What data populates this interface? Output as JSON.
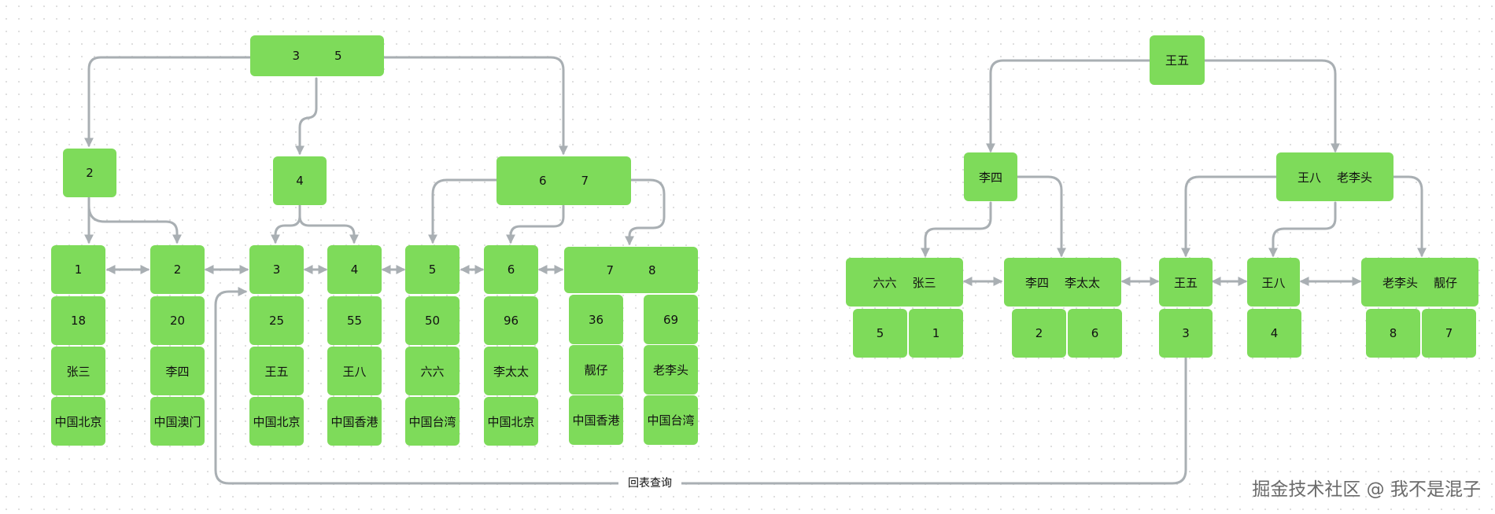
{
  "clustered_index": {
    "root": [
      "3",
      "5"
    ],
    "internal": {
      "left": [
        "2"
      ],
      "middle": [
        "4"
      ],
      "right": [
        "6",
        "7"
      ]
    },
    "leaves": [
      {
        "keys": [
          "1"
        ],
        "rows": [
          [
            "18",
            "张三",
            "中国北京"
          ]
        ]
      },
      {
        "keys": [
          "2"
        ],
        "rows": [
          [
            "20",
            "李四",
            "中国澳门"
          ]
        ]
      },
      {
        "keys": [
          "3"
        ],
        "rows": [
          [
            "25",
            "王五",
            "中国北京"
          ]
        ]
      },
      {
        "keys": [
          "4"
        ],
        "rows": [
          [
            "55",
            "王八",
            "中国香港"
          ]
        ]
      },
      {
        "keys": [
          "5"
        ],
        "rows": [
          [
            "50",
            "六六",
            "中国台湾"
          ]
        ]
      },
      {
        "keys": [
          "6"
        ],
        "rows": [
          [
            "96",
            "李太太",
            "中国北京"
          ]
        ]
      },
      {
        "keys": [
          "7",
          "8"
        ],
        "rows": [
          [
            "36",
            "靓仔",
            "中国香港"
          ],
          [
            "69",
            "老李头",
            "中国台湾"
          ]
        ]
      }
    ]
  },
  "secondary_index": {
    "root": [
      "王五"
    ],
    "internal": {
      "left": [
        "李四"
      ],
      "right": [
        "王八",
        "老李头"
      ]
    },
    "leaves": [
      {
        "keys": [
          "六六",
          "张三"
        ],
        "ids": [
          "5",
          "1"
        ]
      },
      {
        "keys": [
          "李四",
          "李太太"
        ],
        "ids": [
          "2",
          "6"
        ]
      },
      {
        "keys": [
          "王五"
        ],
        "ids": [
          "3"
        ]
      },
      {
        "keys": [
          "王八"
        ],
        "ids": [
          "4"
        ]
      },
      {
        "keys": [
          "老李头",
          "靓仔"
        ],
        "ids": [
          "8",
          "7"
        ]
      }
    ]
  },
  "back_lookup_label": "回表查询",
  "watermark": "掘金技术社区 @ 我不是混子",
  "colors": {
    "node": "#7edb5a",
    "edge": "#a9afb3"
  }
}
